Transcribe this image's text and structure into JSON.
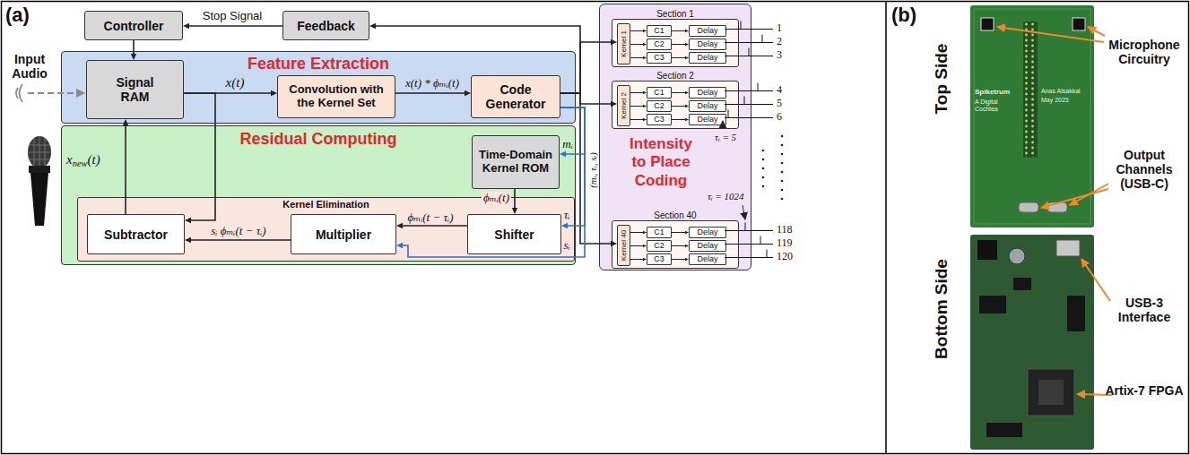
{
  "diagram": {
    "nodes": [
      {
        "text": [
          "Controller"
        ]
      },
      {
        "text": [
          "Feedback"
        ]
      },
      {
        "text": [
          "Feature Extraction"
        ]
      },
      {
        "text": [
          "Signal RAM"
        ],
        "in": 2
      },
      {
        "text": [
          "Convolution with the Kernel Set"
        ],
        "in": 2
      },
      {
        "text": [
          "Code Generator"
        ],
        "in": 2
      },
      {
        "text": [
          "Residual Computing"
        ]
      },
      {
        "text": [
          "Time-Domain Kernel ROM"
        ],
        "in": 6
      },
      {
        "text": [
          "Kernel Elimination"
        ],
        "in": 6
      },
      {
        "text": [
          "Subtractor"
        ],
        "in": 8
      },
      {
        "text": [
          "Multiplier"
        ],
        "in": 8
      },
      {
        "text": [
          "Shifter"
        ],
        "in": 8
      },
      {
        "text": [
          "Intensity to Place Coding"
        ]
      },
      {
        "text": [
          "Section 1"
        ],
        "in": 12
      },
      {
        "text": [
          "Kernel 1"
        ],
        "in": 13
      },
      {
        "text": [
          "C1"
        ],
        "in": 13
      },
      {
        "text": [
          "Delay"
        ],
        "in": 13
      },
      {
        "text": [
          "C2"
        ],
        "in": 13
      },
      {
        "text": [
          "Delay"
        ],
        "in": 13
      },
      {
        "text": [
          "C3"
        ],
        "in": 13
      },
      {
        "text": [
          "Delay"
        ],
        "in": 13
      },
      {
        "text": [
          "Section 2"
        ],
        "in": 12
      },
      {
        "text": [
          "Kernel 2"
        ],
        "in": 21
      },
      {
        "text": [
          "C1"
        ],
        "in": 21
      },
      {
        "text": [
          "Delay"
        ],
        "in": 21
      },
      {
        "text": [
          "C2"
        ],
        "in": 21
      },
      {
        "text": [
          "Delay"
        ],
        "in": 21
      },
      {
        "text": [
          "C3"
        ],
        "in": 21
      },
      {
        "text": [
          "Delay"
        ],
        "in": 21
      },
      {
        "text": [
          "Section 40"
        ],
        "in": 12
      },
      {
        "text": [
          "Kernel 40"
        ],
        "in": 29
      },
      {
        "text": [
          "C1"
        ],
        "in": 29
      },
      {
        "text": [
          "Delay"
        ],
        "in": 29
      },
      {
        "text": [
          "C2"
        ],
        "in": 29
      },
      {
        "text": [
          "Delay"
        ],
        "in": 29
      },
      {
        "text": [
          "C3"
        ],
        "in": 29
      },
      {
        "text": [
          "Delay"
        ],
        "in": 29
      }
    ],
    "edges": [
      {
        "from": 0,
        "to": 3,
        "arrow": "to"
      },
      {
        "from": 1,
        "to": 0,
        "label": "Stop Signal",
        "arrow": "to"
      },
      {
        "from": 5,
        "to": 1,
        "arrow": "to"
      },
      {
        "from": 3,
        "to": 4,
        "label": "x(t)",
        "arrow": "to"
      },
      {
        "from": 4,
        "to": 5,
        "label": "x(t) * ϕₘᵢ(t)",
        "arrow": "to"
      },
      {
        "from": 5,
        "to": 14,
        "arrow": "to"
      },
      {
        "from": 5,
        "to": 22,
        "arrow": "to"
      },
      {
        "from": 5,
        "to": 30,
        "arrow": "to"
      },
      {
        "from": 5,
        "to": 7,
        "label": "mᵢ",
        "arrow": "to"
      },
      {
        "from": 5,
        "to": 11,
        "label": "τᵢ",
        "arrow": "to"
      },
      {
        "from": 5,
        "to": 10,
        "label": "sᵢ",
        "arrow": "to"
      },
      {
        "from": 7,
        "to": 11,
        "label": "ϕₘᵢ(t)",
        "arrow": "to"
      },
      {
        "from": 11,
        "to": 10,
        "label": "ϕₘᵢ(t − τᵢ)",
        "arrow": "to"
      },
      {
        "from": 10,
        "to": 9,
        "label": "sᵢ ϕₘᵢ(t − τᵢ)",
        "arrow": "to"
      },
      {
        "from": 9,
        "to": 3,
        "label": "xnew(t)",
        "arrow": "to"
      },
      {
        "from": 3,
        "to": 9,
        "arrow": "to"
      },
      {
        "from": 14,
        "to": 15,
        "arrow": "to"
      },
      {
        "from": 15,
        "to": 16,
        "arrow": "to"
      },
      {
        "from": 14,
        "to": 17,
        "arrow": "to"
      },
      {
        "from": 17,
        "to": 18,
        "arrow": "to"
      },
      {
        "from": 14,
        "to": 19,
        "arrow": "to"
      },
      {
        "from": 19,
        "to": 20,
        "arrow": "to"
      },
      {
        "from": 22,
        "to": 23,
        "arrow": "to"
      },
      {
        "from": 23,
        "to": 24,
        "arrow": "to"
      },
      {
        "from": 22,
        "to": 25,
        "arrow": "to"
      },
      {
        "from": 25,
        "to": 26,
        "arrow": "to"
      },
      {
        "from": 22,
        "to": 27,
        "arrow": "to"
      },
      {
        "from": 27,
        "to": 28,
        "arrow": "to"
      },
      {
        "from": 30,
        "to": 31,
        "arrow": "to"
      },
      {
        "from": 31,
        "to": 32,
        "arrow": "to"
      },
      {
        "from": 30,
        "to": 33,
        "arrow": "to"
      },
      {
        "from": 33,
        "to": 34,
        "arrow": "to"
      },
      {
        "from": 30,
        "to": 35,
        "arrow": "to"
      },
      {
        "from": 35,
        "to": 36,
        "arrow": "to"
      }
    ],
    "labels": [
      "(a)",
      "Input Audio",
      "(mᵢ, τᵢ, sᵢ)",
      "1",
      "2",
      "3",
      "4",
      "5",
      "6",
      "118",
      "119",
      "120",
      "τᵢ = 5",
      "τᵢ = 1024",
      "(b)",
      "Top Side",
      "Bottom Side",
      "Microphone Circuitry",
      "Output Channels (USB-C)",
      "USB-3 Interface",
      "Artix-7 FPGA",
      "Spiketrum",
      "A Digital Cochlea",
      "Anas Alsakkal",
      "May 2023"
    ]
  }
}
